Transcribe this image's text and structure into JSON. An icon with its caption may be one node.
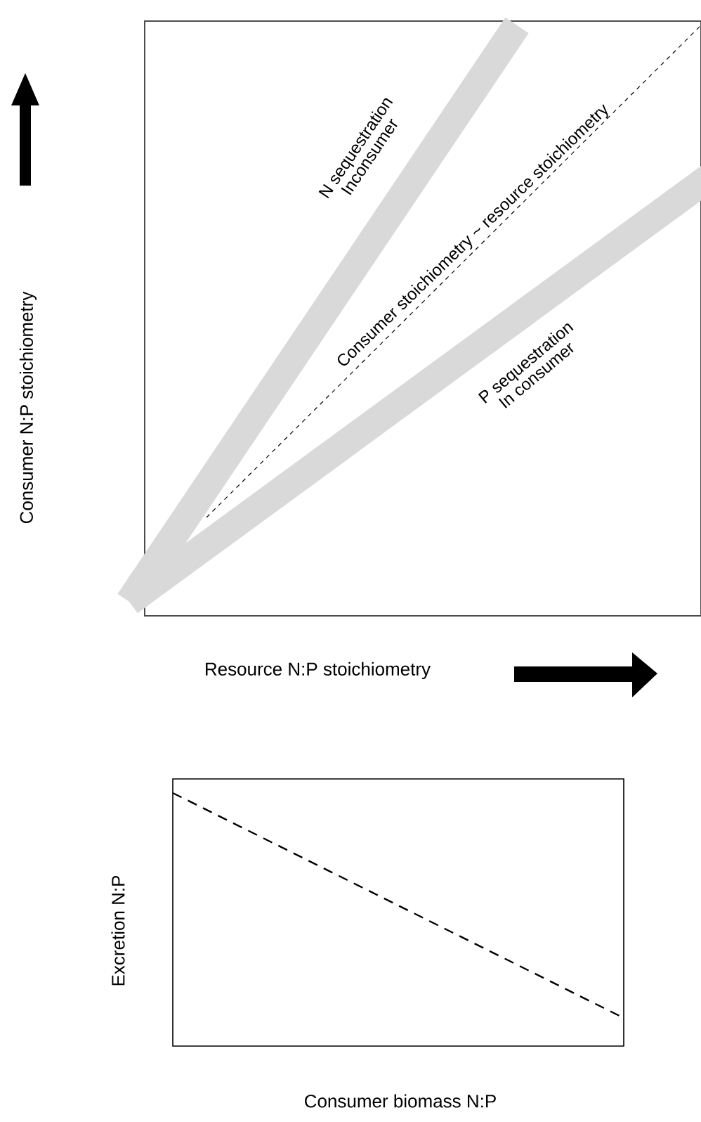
{
  "diagram": {
    "labels": [
      "Consumer  N:P stoichiometry",
      "N sequestration Inconsumer",
      "Consumer stoichiometry ~ resource stoichiometry",
      "P sequestration In consumer",
      "Resource N:P stoichiometry",
      "Excretion N:P",
      "Consumer biomass N:P"
    ]
  }
}
